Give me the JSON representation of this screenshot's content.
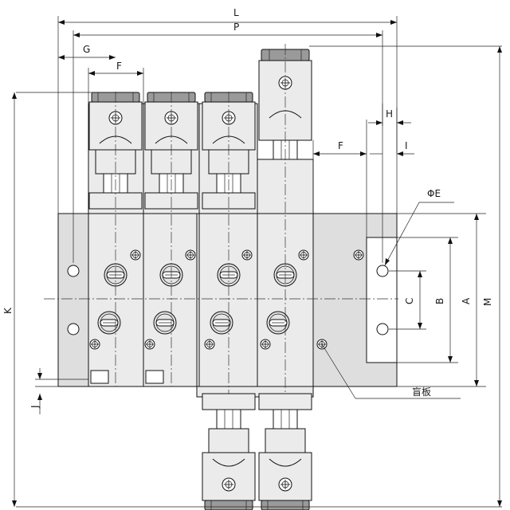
{
  "diagram": {
    "type": "engineering-drawing",
    "dimension_labels": {
      "L": "L",
      "P": "P",
      "G": "G",
      "F_top": "F",
      "F_right": "F",
      "H": "H",
      "I": "I",
      "phiE": "ΦE",
      "A": "A",
      "B": "B",
      "C": "C",
      "M": "M",
      "K": "K",
      "J": "J"
    },
    "callouts": {
      "blank_plate": "盲板"
    }
  }
}
